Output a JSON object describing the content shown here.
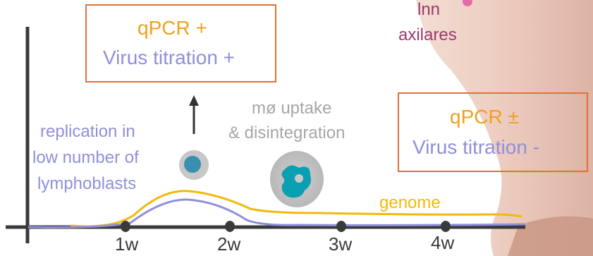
{
  "box_top": {
    "line1": "qPCR +",
    "line2": "Virus titration +"
  },
  "box_right": {
    "line1": "qPCR ±",
    "line2": "Virus titration -"
  },
  "lnn": {
    "line1": "lnn",
    "line2": "axilares"
  },
  "replication": {
    "line1": "replication in",
    "line2": "low number of",
    "line3": "lymphoblasts"
  },
  "uptake": {
    "line1": "mø uptake",
    "line2": "& disintegration"
  },
  "genome_label": "genome",
  "ticks": [
    "1w",
    "2w",
    "3w",
    "4w"
  ],
  "colors": {
    "box_border": "#e2703a",
    "orange_text": "#f0a020",
    "violet": "#8f8fdc",
    "genome_curve": "#f2b90c",
    "cell": "#2a9ab0",
    "plum": "#9b3a6e"
  }
}
